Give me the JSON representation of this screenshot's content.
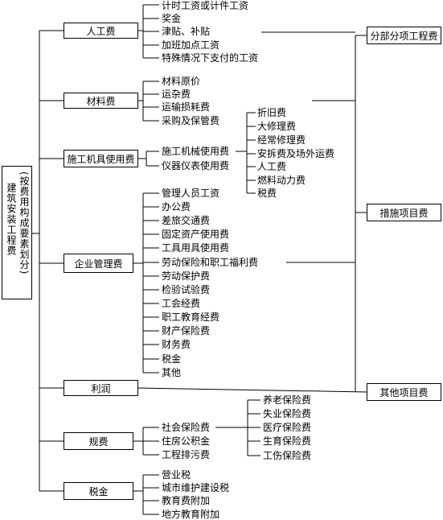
{
  "root": {
    "main": "建筑安装工程费",
    "sub": "(按费用构成要素划分)"
  },
  "categories": [
    "人工费",
    "材料费",
    "施工机具使用费",
    "企业管理费",
    "利润",
    "规费",
    "税金"
  ],
  "items": {
    "labor": [
      "计时工资或计件工资",
      "奖金",
      "津贴、补贴",
      "加班加点工资",
      "特殊情况下支付的工资"
    ],
    "material": [
      "材料原价",
      "运杂费",
      "运输损耗费",
      "采购及保管费"
    ],
    "machinery": [
      "施工机械使用费",
      "仪器仪表使用费"
    ],
    "machinery_sub": [
      "折旧费",
      "大修理费",
      "经常修理费",
      "安拆费及场外运费",
      "人工费",
      "燃料动力费",
      "税费"
    ],
    "management": [
      "管理人员工资",
      "办公费",
      "差旅交通费",
      "固定资产使用费",
      "工具用具使用费",
      "劳动保险和职工福利费",
      "劳动保护费",
      "检验试验费",
      "工会经费",
      "职工教育经费",
      "财产保险费",
      "财务费",
      "税金",
      "其他"
    ],
    "fees": [
      "社会保险费",
      "住房公积金",
      "工程排污费"
    ],
    "fees_sub": [
      "养老保险费",
      "失业保险费",
      "医疗保险费",
      "生育保险费",
      "工伤保险费"
    ],
    "tax": [
      "营业税",
      "城市维护建设税",
      "教育费附加",
      "地方教育附加"
    ]
  },
  "right_boxes": [
    "分部分项工程费",
    "措施项目费",
    "其他项目费"
  ]
}
